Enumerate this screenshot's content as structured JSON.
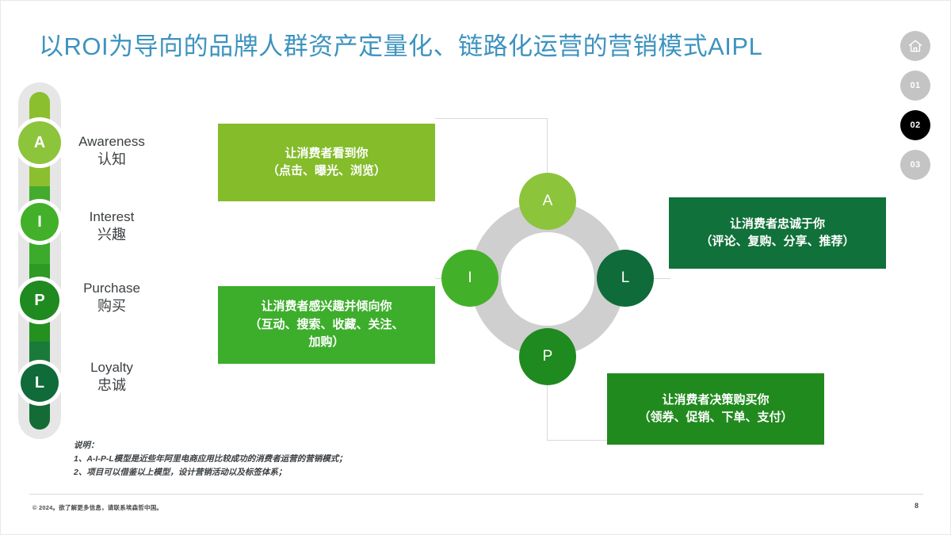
{
  "slide": {
    "title": "以ROI为导向的品牌人群资产定量化、链路化运营的营销模式AIPL",
    "title_color": "#3d93bf",
    "page_number": "8",
    "copyright": "© 2024。欲了解更多信息，请联系埃森哲中国。"
  },
  "nav": {
    "home_icon": "home-icon",
    "items": [
      {
        "label": "01",
        "active": false
      },
      {
        "label": "02",
        "active": true
      },
      {
        "label": "03",
        "active": false
      }
    ]
  },
  "rail": {
    "track_color": "#e6e6e6",
    "segments": [
      {
        "color": "#8cbf2e"
      },
      {
        "color": "#8cbf2e"
      },
      {
        "color": "#44ab2e"
      },
      {
        "color": "#3cab2b"
      },
      {
        "color": "#2d9a23"
      },
      {
        "color": "#23901f"
      },
      {
        "color": "#1a7a3a"
      },
      {
        "color": "#146b36"
      }
    ]
  },
  "stages": [
    {
      "letter": "A",
      "en": "Awareness",
      "cn": "认知",
      "color": "#8cc43c"
    },
    {
      "letter": "I",
      "en": "Interest",
      "cn": "兴趣",
      "color": "#43b02a"
    },
    {
      "letter": "P",
      "en": "Purchase",
      "cn": "购买",
      "color": "#1f8a1f"
    },
    {
      "letter": "L",
      "en": "Loyalty",
      "cn": "忠诚",
      "color": "#0f6b3a"
    }
  ],
  "callouts": [
    {
      "id": "awareness-callout",
      "text": "让消费者看到你\n（点击、曝光、浏览）",
      "color": "#84bc2a"
    },
    {
      "id": "interest-callout",
      "text": "让消费者感兴趣并倾向你\n（互动、搜索、收藏、关注、\n加购）",
      "color": "#3dae2b"
    },
    {
      "id": "loyalty-callout",
      "text": "让消费者忠诚于你\n（评论、复购、分享、推荐）",
      "color": "#11713a"
    },
    {
      "id": "purchase-callout",
      "text": "让消费者决策购买你\n（领券、促销、下单、支付）",
      "color": "#218a1e"
    }
  ],
  "center_nodes": [
    {
      "letter": "A",
      "color": "#8cc43c"
    },
    {
      "letter": "I",
      "color": "#43b02a"
    },
    {
      "letter": "P",
      "color": "#1f8a1f"
    },
    {
      "letter": "L",
      "color": "#0f6b3a"
    }
  ],
  "footnote": "说明：\n1、A-I-P-L模型是近些年阿里电商应用比较成功的消费者运营的营销模式；\n2、项目可以借鉴以上模型，设计营销活动以及标签体系；"
}
